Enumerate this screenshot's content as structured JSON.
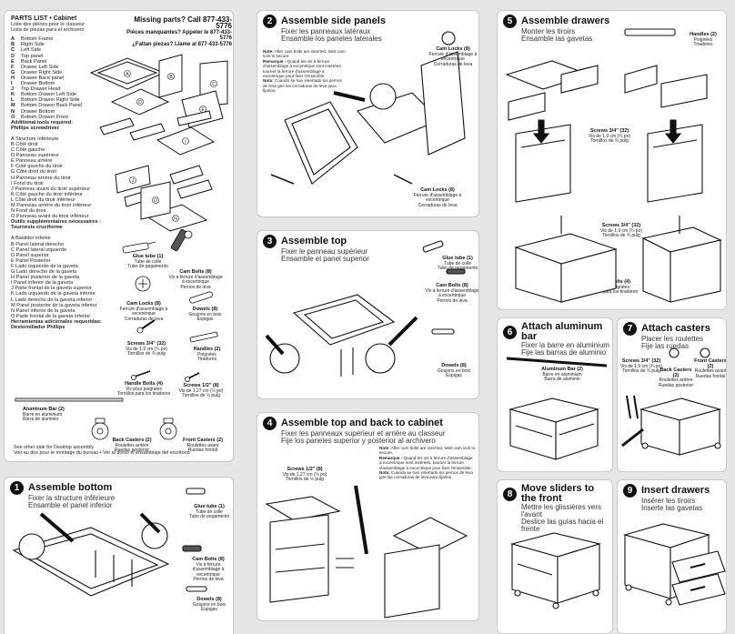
{
  "parts_panel": {
    "title": "PARTS LIST • Cabinet",
    "subtitle_fr": "Liste des pièces pour le classeur",
    "subtitle_es": "Lista de piezas para el archivero",
    "missing": {
      "en": "Missing parts? Call 877-433-5776",
      "fr": "Pièces manquantes? Appeler le 877-433-5776",
      "es": "¿Faltan piezas? Llame al 877-433-5776"
    },
    "parts_en": [
      {
        "letter": "A",
        "name": "Bottom Frame"
      },
      {
        "letter": "B",
        "name": "Right Side"
      },
      {
        "letter": "C",
        "name": "Left Side"
      },
      {
        "letter": "D",
        "name": "Top panel"
      },
      {
        "letter": "E",
        "name": "Back Panel"
      },
      {
        "letter": "F",
        "name": "Drawer Left Side"
      },
      {
        "letter": "G",
        "name": "Drawer Right Side"
      },
      {
        "letter": "H",
        "name": "Drawer Back panel"
      },
      {
        "letter": "I",
        "name": "Drawer Bottom"
      },
      {
        "letter": "J",
        "name": "Top Drawer Head"
      },
      {
        "letter": "K",
        "name": "Bottom Drawer Left Side"
      },
      {
        "letter": "L",
        "name": "Bottom Drawer Right Side"
      },
      {
        "letter": "M",
        "name": "Bottom Drawer Back Panel"
      },
      {
        "letter": "N",
        "name": "Drawer Bottom"
      },
      {
        "letter": "O",
        "name": "Bottom Drawer Front"
      }
    ],
    "tools_en": "Additional tools required:",
    "tools_en2": "Phillips screwdriver",
    "parts_fr": [
      "A  Structure inférieure",
      "B  Côté droit",
      "C  Côté gauche",
      "D  Panneau supérieur",
      "E  Panneau arrière",
      "F  Coté gauche du tiroir",
      "G  Côté droit du tiroir",
      "H  Panneau arrière du tiroir",
      "I  Fond du tiroir",
      "J  Panneau avant du tiroir supérieur",
      "K  Côté gauche du tiroir inférieur",
      "L  Côté droit du tiroir inférieur",
      "M  Panneau arrière du tiroir inférieur",
      "N  Fond du tiroir",
      "O  Panneau avant du tiroir inférieur"
    ],
    "tools_fr": "Outils supplémentaires nécessaires :",
    "tools_fr2": "Tournevis cruciforme",
    "parts_es": [
      "A  Bastidor inferior",
      "B  Panel lateral derecho",
      "C  Panel lateral izquierdo",
      "D  Panel superior",
      "E  Panel Posterior",
      "F  Lado izquierdo de la gaveta",
      "G  Lado derecho de la gaveta",
      "H  Panel posterior de la gaveta",
      "I  Panel inferior de la gaveta",
      "J  Parte frontal de la gaveta superior",
      "K  Lado izquierdo de la gaveta inferior",
      "L  Lado derecho de la gaveta inferior",
      "M  Panel posterior de la gaveta inferior",
      "N  Panel inferior de la gaveta",
      "O  Parte frontal de la gaveta inferior"
    ],
    "tools_es": "Herramientas adicionales requeridas:",
    "tools_es2": "Destornillador Phillips",
    "hardware": {
      "glue": {
        "name": "Glue tube (1)",
        "fr": "Tube de colle",
        "es": "Tubo de pegamento"
      },
      "cam_bolts": {
        "name": "Cam Bolts (8)",
        "fr": "Vis à ferrure d'assemblage à excentrique",
        "es": "Pernos de leva"
      },
      "cam_locks": {
        "name": "Cam Locks (8)",
        "fr": "Ferrure d'assemblage à excentrique",
        "es": "Cerraduras de leva"
      },
      "dowels": {
        "name": "Dowels (8)",
        "fr": "Goujons en bois",
        "es": "Espigas"
      },
      "screws_34": {
        "name": "Screws 3/4\" (32)",
        "fr": "Vis de 1,9 cm (¾ po)",
        "es": "Tornillos de ¾ pulg"
      },
      "handles": {
        "name": "Handles (2)",
        "fr": "Poignées",
        "es": "Tiradores"
      },
      "handle_bolts": {
        "name": "Handle Bolts (4)",
        "fr": "Vis pour poignées",
        "es": "Tornillos para los tiradores"
      },
      "screws_12": {
        "name": "Screws 1/2\" (8)",
        "fr": "Vis de 1,27 cm (½ po)",
        "es": "Tornillos de ½ pulg"
      },
      "aluminum_bar": {
        "name": "Aluminum Bar (2)",
        "fr": "Barre en aluminium",
        "es": "Barra de aluminio"
      },
      "back_casters": {
        "name": "Back Casters (2)",
        "fr": "Roulettes arrière",
        "es": "Ruedas posterior"
      },
      "front_casters": {
        "name": "Front Casters (2)",
        "fr": "Roulettes avant",
        "es": "Ruedas frontal"
      }
    },
    "footer_en": "See other side for Desktop assembly",
    "footer_fr_es": "Voir au dos pour le montage du bureau • Ver al dorso el ensamblaje del escritorio"
  },
  "steps": [
    {
      "num": "1",
      "title": "Assemble bottom",
      "fr": "Fixer la structure inférieure",
      "es": "Ensamble el panel inferior"
    },
    {
      "num": "2",
      "title": "Assemble side panels",
      "fr": "Fixer les panneaux latéraux",
      "es": "Ensamble los paneles laterales"
    },
    {
      "num": "3",
      "title": "Assemble top",
      "fr": "Fixer le panneau supérieur",
      "es": "Ensamble el panel superior"
    },
    {
      "num": "4",
      "title": "Assemble top and back to cabinet",
      "fr": "Fixer les panneaux supérieur et arrière au classeur",
      "es": "Fije los paneles superior y posterior al archivero"
    },
    {
      "num": "5",
      "title": "Assemble drawers",
      "fr": "Monter les tiroirs",
      "es": "Ensamble las gavetas"
    },
    {
      "num": "6",
      "title": "Attach aluminum bar",
      "fr": "Fixer la barre en aluminium",
      "es": "Fije las barras de aluminio"
    },
    {
      "num": "7",
      "title": "Attach casters",
      "fr": "Placer les roulettes",
      "es": "Fije las ruedas"
    },
    {
      "num": "8",
      "title": "Move sliders to the front",
      "fr": "Mettre les glissières vers l'avant",
      "es": "Deslice las guías hacia el frente"
    },
    {
      "num": "9",
      "title": "Insert drawers",
      "fr": "Insérer les tiroirs",
      "es": "Inserte las gavetas"
    }
  ],
  "cam_note": {
    "note_label": "Note:",
    "note": "After cam bolts are inserted, twist cam lock to secure.",
    "rem_label": "Remarque :",
    "rem": "Quand les vis à ferrure d'assemblage à excentrique sont insérées, tourner la ferrure d'assemblage à excentrique pour fixer l'ensemble.",
    "nota_label": "Nota:",
    "nota": "Cuando se han insertado los pernos de leva gire las cerraduras de leva para fijarlos."
  },
  "icons": [
    "phillips-screwdriver-icon",
    "caster-icon",
    "cam-lock-icon",
    "dowel-icon",
    "screw-icon"
  ],
  "colors": {
    "panel": "#ffffff",
    "page": "#e6e6e6",
    "ink": "#111111",
    "badge": "#111111"
  }
}
